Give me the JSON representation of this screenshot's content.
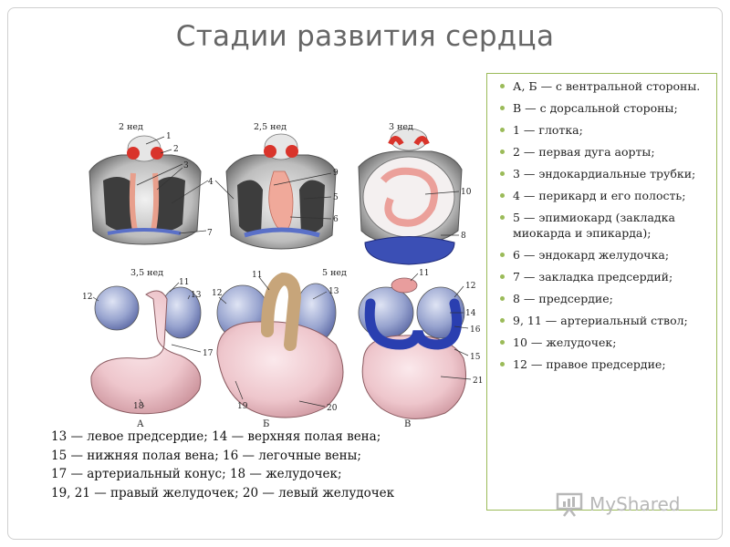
{
  "slide": {
    "title": "Стадии развития сердца"
  },
  "notes": [
    "А, Б — с вентральной стороны.",
    "В — с дорсальной стороны;",
    "1 — глотка;",
    "2 — первая дуга аорты;",
    "3 — эндокардиальные трубки;",
    "4 — перикард и его полость;",
    "5 — эпимиокард (закладка миокарда и эпикарда);",
    "6 — эндокард желудочка;",
    "7 — закладка предсердий;",
    "8 — предсердие;",
    "9, 11 — артериальный ствол;",
    "10 — желудочек;",
    "12 — правое предсердие;"
  ],
  "caption": [
    "13 — левое предсердие; 14 — верхняя полая вена;",
    "15 — нижняя полая вена; 16 — легочные вены;",
    "17 — артериальный конус; 18 — желудочек;",
    "19, 21 — правый желудочек; 20 — левый желудочек"
  ],
  "figure": {
    "stages_top": [
      "2 нед",
      "2,5 нед",
      "3 нед"
    ],
    "stages_bottom": [
      "3,5 нед",
      "5 нед"
    ],
    "panel_letters": [
      "А",
      "Б",
      "В"
    ],
    "top_numbers": [
      "1",
      "2",
      "3",
      "4",
      "7",
      "9",
      "5",
      "6",
      "10",
      "8"
    ],
    "bottom_numbers": [
      "11",
      "13",
      "12",
      "17",
      "18",
      "11",
      "12",
      "13",
      "19",
      "20",
      "11",
      "12",
      "14",
      "16",
      "15",
      "21"
    ]
  },
  "watermark": {
    "text": "MyShared"
  },
  "colors": {
    "title": "#666666",
    "notes_border": "#9bbb59",
    "bullet": "#9bbb59",
    "aortic_arch": "#d9342b",
    "vessels": "#2a3fb0",
    "heart_tissue": "#e9c3c8",
    "atria": "#8e9bc6"
  }
}
